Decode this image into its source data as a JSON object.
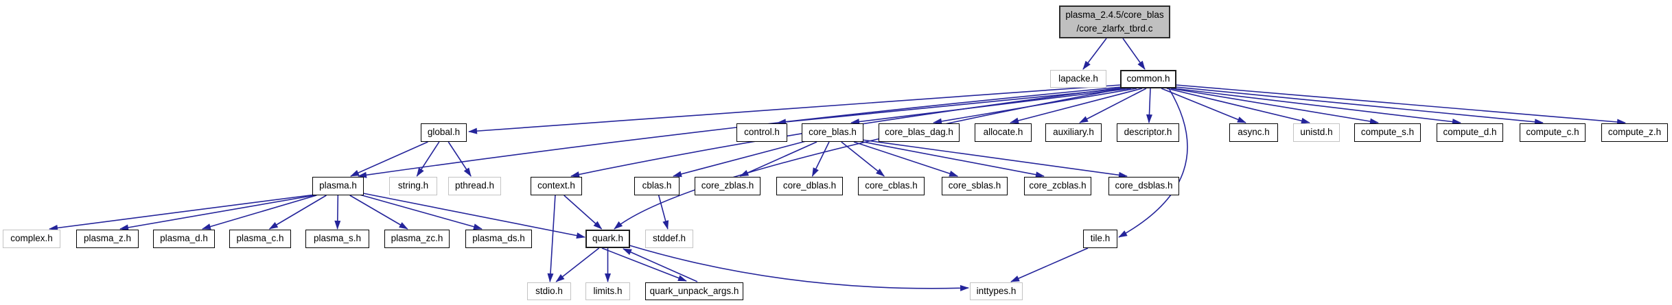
{
  "diagram": {
    "type": "include-dependency-graph",
    "root": {
      "label": "plasma_2.4.5/core_blas /core_zlarfx_tbrd.c",
      "line1": "plasma_2.4.5/core_blas",
      "line2": "/core_zlarfx_tbrd.c"
    },
    "nodes": [
      {
        "id": "lapacke.h",
        "label": "lapacke.h",
        "kind": "system"
      },
      {
        "id": "common.h",
        "label": "common.h",
        "kind": "internal",
        "bold": true
      },
      {
        "id": "global.h",
        "label": "global.h",
        "kind": "internal"
      },
      {
        "id": "control.h",
        "label": "control.h",
        "kind": "internal"
      },
      {
        "id": "core_blas.h",
        "label": "core_blas.h",
        "kind": "internal"
      },
      {
        "id": "core_blas_dag.h",
        "label": "core_blas_dag.h",
        "kind": "internal"
      },
      {
        "id": "allocate.h",
        "label": "allocate.h",
        "kind": "internal"
      },
      {
        "id": "auxiliary.h",
        "label": "auxiliary.h",
        "kind": "internal"
      },
      {
        "id": "descriptor.h",
        "label": "descriptor.h",
        "kind": "internal"
      },
      {
        "id": "async.h",
        "label": "async.h",
        "kind": "internal"
      },
      {
        "id": "unistd.h",
        "label": "unistd.h",
        "kind": "system"
      },
      {
        "id": "compute_s.h",
        "label": "compute_s.h",
        "kind": "internal"
      },
      {
        "id": "compute_d.h",
        "label": "compute_d.h",
        "kind": "internal"
      },
      {
        "id": "compute_c.h",
        "label": "compute_c.h",
        "kind": "internal"
      },
      {
        "id": "compute_z.h",
        "label": "compute_z.h",
        "kind": "internal"
      },
      {
        "id": "plasma.h",
        "label": "plasma.h",
        "kind": "internal"
      },
      {
        "id": "string.h",
        "label": "string.h",
        "kind": "system"
      },
      {
        "id": "pthread.h",
        "label": "pthread.h",
        "kind": "system"
      },
      {
        "id": "context.h",
        "label": "context.h",
        "kind": "internal"
      },
      {
        "id": "cblas.h",
        "label": "cblas.h",
        "kind": "internal"
      },
      {
        "id": "core_zblas.h",
        "label": "core_zblas.h",
        "kind": "internal"
      },
      {
        "id": "core_dblas.h",
        "label": "core_dblas.h",
        "kind": "internal"
      },
      {
        "id": "core_cblas.h",
        "label": "core_cblas.h",
        "kind": "internal"
      },
      {
        "id": "core_sblas.h",
        "label": "core_sblas.h",
        "kind": "internal"
      },
      {
        "id": "core_zcblas.h",
        "label": "core_zcblas.h",
        "kind": "internal"
      },
      {
        "id": "core_dsblas.h",
        "label": "core_dsblas.h",
        "kind": "internal"
      },
      {
        "id": "complex.h",
        "label": "complex.h",
        "kind": "system"
      },
      {
        "id": "plasma_z.h",
        "label": "plasma_z.h",
        "kind": "internal"
      },
      {
        "id": "plasma_d.h",
        "label": "plasma_d.h",
        "kind": "internal"
      },
      {
        "id": "plasma_c.h",
        "label": "plasma_c.h",
        "kind": "internal"
      },
      {
        "id": "plasma_s.h",
        "label": "plasma_s.h",
        "kind": "internal"
      },
      {
        "id": "plasma_zc.h",
        "label": "plasma_zc.h",
        "kind": "internal"
      },
      {
        "id": "plasma_ds.h",
        "label": "plasma_ds.h",
        "kind": "internal"
      },
      {
        "id": "quark.h",
        "label": "quark.h",
        "kind": "internal",
        "bold": true
      },
      {
        "id": "stddef.h",
        "label": "stddef.h",
        "kind": "system"
      },
      {
        "id": "tile.h",
        "label": "tile.h",
        "kind": "internal"
      },
      {
        "id": "stdio.h",
        "label": "stdio.h",
        "kind": "system"
      },
      {
        "id": "limits.h",
        "label": "limits.h",
        "kind": "system"
      },
      {
        "id": "quark_unpack_args.h",
        "label": "quark_unpack_args.h",
        "kind": "internal"
      },
      {
        "id": "inttypes.h",
        "label": "inttypes.h",
        "kind": "system"
      }
    ],
    "edges": [
      {
        "from": "root",
        "to": "lapacke.h"
      },
      {
        "from": "root",
        "to": "common.h"
      },
      {
        "from": "common.h",
        "to": "global.h"
      },
      {
        "from": "common.h",
        "to": "plasma.h"
      },
      {
        "from": "common.h",
        "to": "context.h"
      },
      {
        "from": "common.h",
        "to": "quark.h"
      },
      {
        "from": "common.h",
        "to": "control.h"
      },
      {
        "from": "common.h",
        "to": "core_blas.h"
      },
      {
        "from": "common.h",
        "to": "core_blas_dag.h"
      },
      {
        "from": "common.h",
        "to": "allocate.h"
      },
      {
        "from": "common.h",
        "to": "auxiliary.h"
      },
      {
        "from": "common.h",
        "to": "descriptor.h"
      },
      {
        "from": "common.h",
        "to": "tile.h"
      },
      {
        "from": "common.h",
        "to": "async.h"
      },
      {
        "from": "common.h",
        "to": "unistd.h"
      },
      {
        "from": "common.h",
        "to": "compute_s.h"
      },
      {
        "from": "common.h",
        "to": "compute_d.h"
      },
      {
        "from": "common.h",
        "to": "compute_c.h"
      },
      {
        "from": "common.h",
        "to": "compute_z.h"
      },
      {
        "from": "global.h",
        "to": "plasma.h"
      },
      {
        "from": "global.h",
        "to": "string.h"
      },
      {
        "from": "global.h",
        "to": "pthread.h"
      },
      {
        "from": "plasma.h",
        "to": "complex.h"
      },
      {
        "from": "plasma.h",
        "to": "plasma_z.h"
      },
      {
        "from": "plasma.h",
        "to": "plasma_d.h"
      },
      {
        "from": "plasma.h",
        "to": "plasma_c.h"
      },
      {
        "from": "plasma.h",
        "to": "plasma_s.h"
      },
      {
        "from": "plasma.h",
        "to": "plasma_zc.h"
      },
      {
        "from": "plasma.h",
        "to": "plasma_ds.h"
      },
      {
        "from": "plasma.h",
        "to": "quark.h"
      },
      {
        "from": "context.h",
        "to": "quark.h"
      },
      {
        "from": "context.h",
        "to": "stdio.h"
      },
      {
        "from": "core_blas.h",
        "to": "cblas.h"
      },
      {
        "from": "core_blas.h",
        "to": "core_zblas.h"
      },
      {
        "from": "core_blas.h",
        "to": "core_dblas.h"
      },
      {
        "from": "core_blas.h",
        "to": "core_cblas.h"
      },
      {
        "from": "core_blas.h",
        "to": "core_sblas.h"
      },
      {
        "from": "core_blas.h",
        "to": "core_zcblas.h"
      },
      {
        "from": "core_blas.h",
        "to": "core_dsblas.h"
      },
      {
        "from": "cblas.h",
        "to": "stddef.h"
      },
      {
        "from": "quark.h",
        "to": "stdio.h"
      },
      {
        "from": "quark.h",
        "to": "limits.h"
      },
      {
        "from": "quark.h",
        "to": "quark_unpack_args.h"
      },
      {
        "from": "quark.h",
        "to": "inttypes.h"
      },
      {
        "from": "quark_unpack_args.h",
        "to": "quark.h"
      },
      {
        "from": "tile.h",
        "to": "inttypes.h"
      }
    ],
    "colors": {
      "edge": "#24249a",
      "node_border": "#000000",
      "system_border": "#c3c3c3",
      "root_fill": "#c0c0c0",
      "node_fill": "#ffffff"
    }
  }
}
